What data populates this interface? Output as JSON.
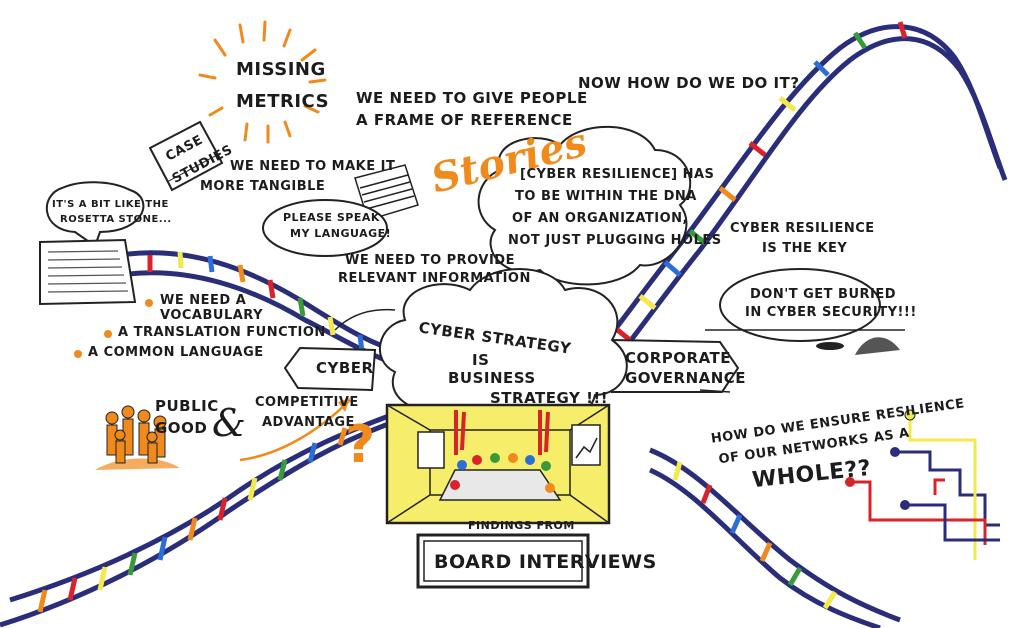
{
  "canvas": {
    "background": "#ffffff"
  },
  "colors": {
    "ink": "#1c1c1c",
    "orange": "#f08a1c",
    "navy": "#2a2e7a",
    "yellow": "#f3e94a",
    "red": "#d8232a",
    "green": "#3a9a3a",
    "blue": "#2b6fd6"
  },
  "top": {
    "missing_metrics": [
      "MISSING",
      "METRICS"
    ],
    "case_studies": [
      "CASE",
      "STUDIES"
    ],
    "frame_of_reference": [
      "WE NEED TO GIVE PEOPLE",
      "A FRAME of REFERENCE"
    ],
    "stories": "Stories",
    "now_how": "NOW  HOW DO WE DO IT?",
    "tangible": [
      "WE NEED TO MAKE IT",
      "MORE TANGIBLE"
    ],
    "speak_language": [
      "PLEASE SPEAK",
      "MY LANGUAGE!"
    ],
    "dna_bubble": [
      "[CYBER RESILIENCE] HAS",
      "TO BE WITHIN THE DNA",
      "OF AN ORGANIZATION,",
      "NOT JUST PLUGGING HOLES"
    ],
    "resilience_key": [
      "CYBER RESILIENCE",
      "IS the KEY"
    ],
    "buried_bubble": [
      "DON'T GET BURIED",
      "IN CYBER SECURITY!!!"
    ]
  },
  "left": {
    "rosetta": [
      "IT'S A BIT LIKE THE",
      "ROSETTA STONE..."
    ],
    "vocab_items": [
      "WE NEED A VOCABULARY",
      "A TRANSLATION FUNCTION",
      "A COMMON LANGUAGE"
    ],
    "relevant_info": [
      "WE NEED TO PROVIDE",
      "RELEVANT INFORMATION"
    ],
    "cyber_arrow": "CYBER",
    "public_good": [
      "PUBLIC",
      "GOOD"
    ],
    "ampersand": "&",
    "competitive": [
      "COMPETITIVE",
      "ADVANTAGE"
    ]
  },
  "center": {
    "strategy_cloud": [
      "CYBER STRATEGY",
      "IS",
      "BUSINESS",
      "STRATEGY !!!"
    ],
    "findings_from": "FINDINGS FROM",
    "board_interviews": "BOARD INTERVIEWS"
  },
  "right": {
    "corporate_governance": [
      "CORPORATE",
      "GOVERNANCE"
    ],
    "networks": [
      "HOW DO WE ENSURE RESILIENCE",
      "of OUR NETWORKS as a",
      "WHOLE??"
    ]
  }
}
